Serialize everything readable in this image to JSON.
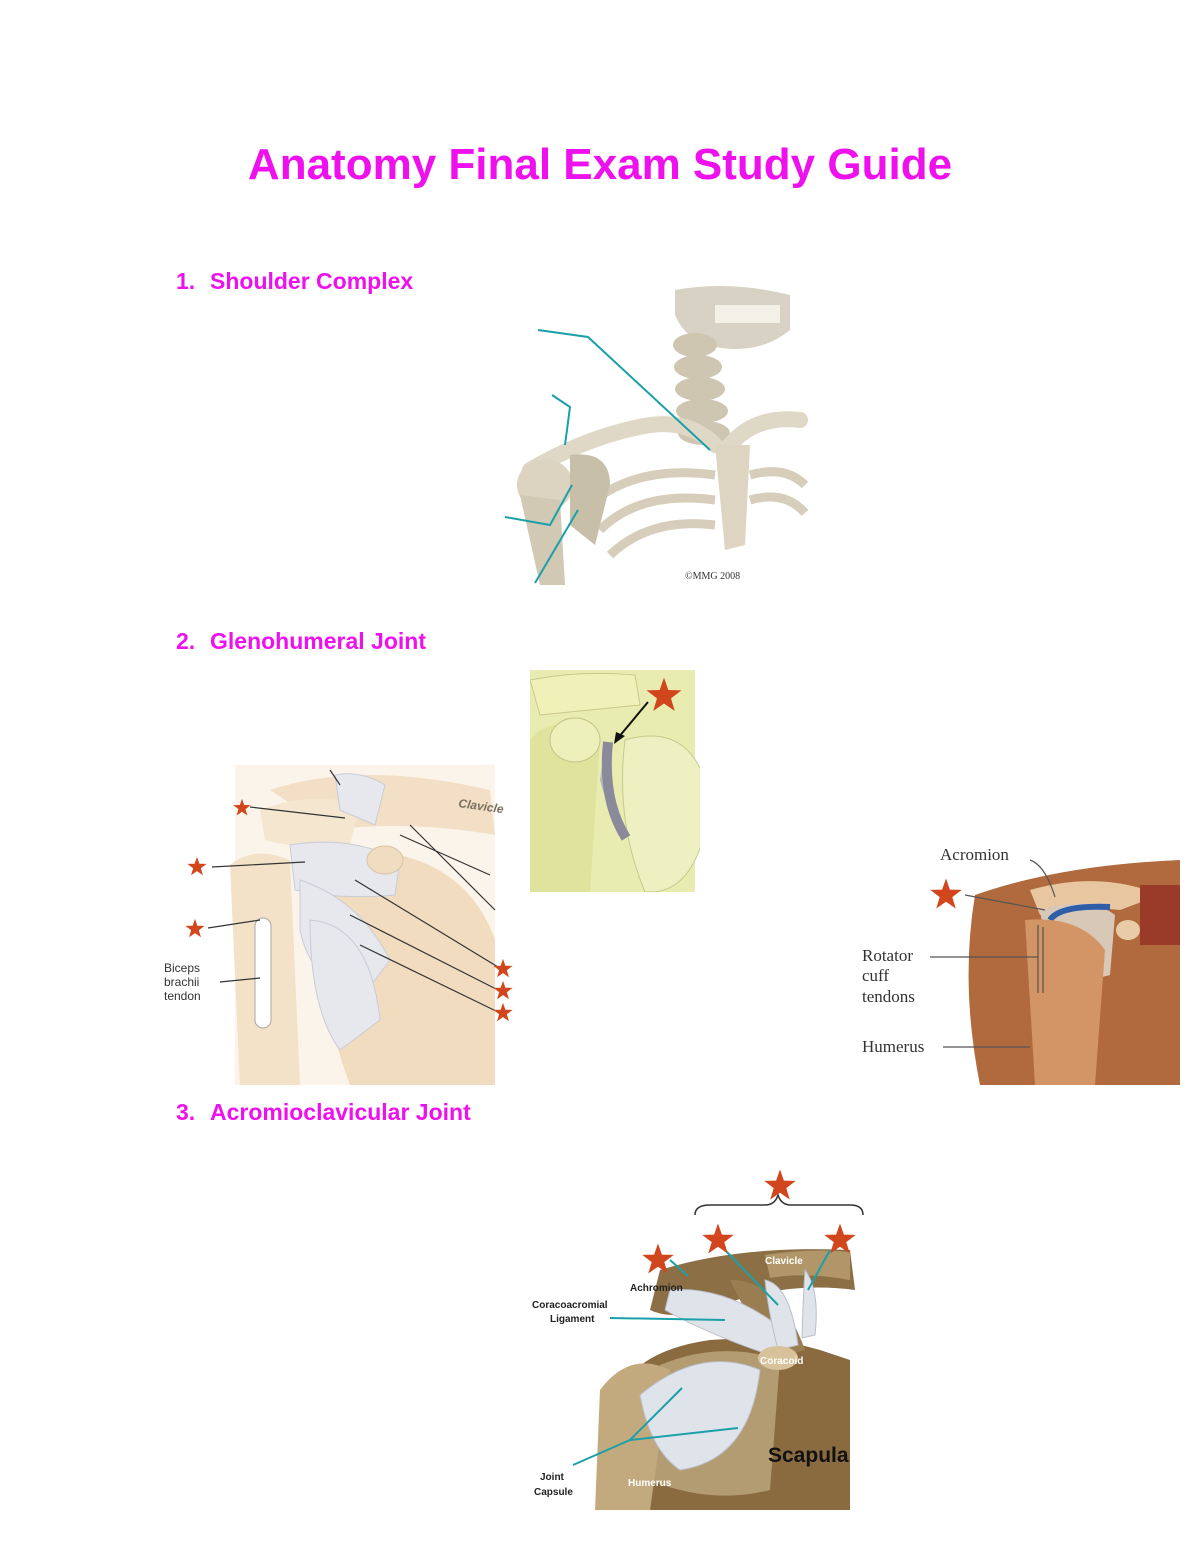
{
  "document": {
    "title": "Anatomy Final Exam Study Guide",
    "sections": [
      {
        "number": "1.",
        "heading": "Shoulder Complex"
      },
      {
        "number": "2.",
        "heading": "Glenohumeral Joint"
      },
      {
        "number": "3.",
        "heading": "Acromioclavicular Joint"
      }
    ]
  },
  "figure1": {
    "copyright": "©MMG 2008"
  },
  "figure2a": {
    "clavicle_label": "Clavicle",
    "biceps_label": [
      "Biceps",
      "brachii",
      "tendon"
    ]
  },
  "figure2c": {
    "acromion_label": "Acromion",
    "rotator_label": [
      "Rotator",
      "cuff",
      "tendons"
    ],
    "humerus_label": "Humerus"
  },
  "figure3": {
    "achromion_label": "Achromion",
    "clavicle_label": "Clavicle",
    "cc_ligament_label": [
      "Coracoacromial",
      "Ligament"
    ],
    "coracoid_label": "Coracoid",
    "scapula_label": "Scapula",
    "joint_capsule_label": [
      "Joint",
      "Capsule"
    ],
    "humerus_label": "Humerus"
  },
  "colors": {
    "heading": "#ee11ee",
    "star": "#d2461e",
    "leader_teal": "#1aa0a8"
  },
  "icons": [
    "star-marker-icon"
  ]
}
